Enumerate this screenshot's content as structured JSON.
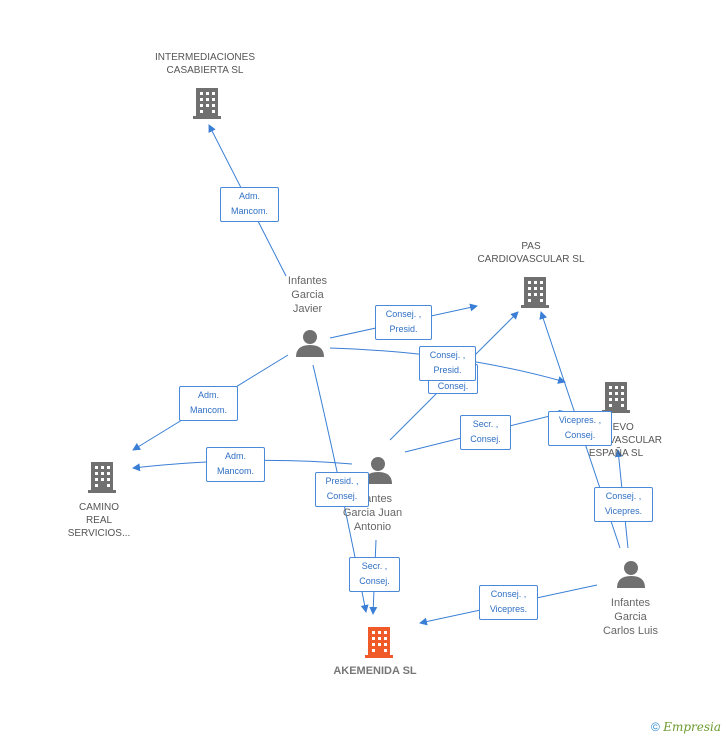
{
  "companies": {
    "intermediaciones": {
      "line1": "INTERMEDIACIONES",
      "line2": "CASABIERTA SL"
    },
    "pas": {
      "line1": "PAS",
      "line2": "CARDIOVASCULAR SL"
    },
    "nuevo": {
      "line1": "NUEVO",
      "line2": "CARDIOVASCULAR",
      "line3": "ESPAÑA SL"
    },
    "camino": {
      "line1": "CAMINO",
      "line2": "REAL",
      "line3": "SERVICIOS..."
    },
    "akemenida": {
      "line1": "AKEMENIDA SL"
    }
  },
  "persons": {
    "javier": {
      "line1": "Infantes",
      "line2": "Garcia",
      "line3": "Javier"
    },
    "juan": {
      "line1": "Infantes",
      "line2": "Garcia Juan",
      "line3": "Antonio"
    },
    "carlos": {
      "line1": "Infantes",
      "line2": "Garcia",
      "line3": "Carlos Luis"
    }
  },
  "relations": {
    "r1": {
      "a": "Adm.",
      "b": "Mancom."
    },
    "r2": {
      "a": "Consej. ,",
      "b": "Presid."
    },
    "r3": {
      "a": "Consej. ,",
      "b": "Presid."
    },
    "r4": {
      "a": "Consej."
    },
    "r5": {
      "a": "Adm.",
      "b": "Mancom."
    },
    "r6": {
      "a": "Adm.",
      "b": "Mancom."
    },
    "r7": {
      "a": "Secr. ,",
      "b": "Consej."
    },
    "r8": {
      "a": "Vicepres. ,",
      "b": "Consej."
    },
    "r9": {
      "a": "Presid. ,",
      "b": "Consej."
    },
    "r10": {
      "a": "Consej. ,",
      "b": "Vicepres."
    },
    "r11": {
      "a": "Secr. ,",
      "b": "Consej."
    },
    "r12": {
      "a": "Consej. ,",
      "b": "Vicepres."
    }
  },
  "footer": {
    "copyright": "©",
    "brand": "Empresia"
  },
  "colors": {
    "edge": "#3a7fd5",
    "node": "#707070",
    "main_node": "#f05a28"
  }
}
